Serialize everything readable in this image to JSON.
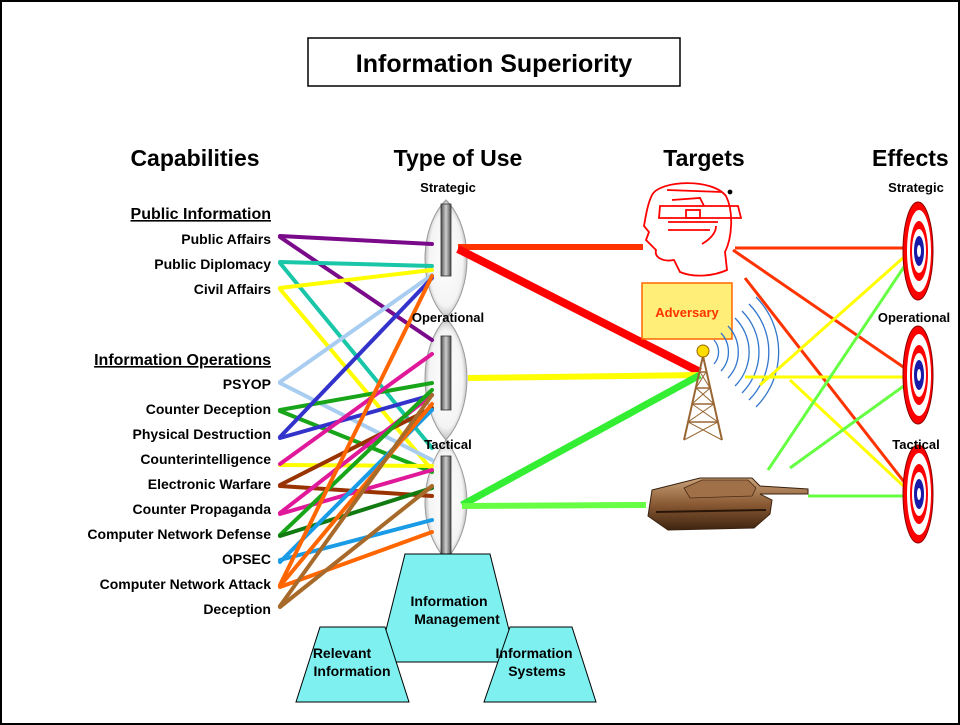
{
  "title": "Information Superiority",
  "columns": {
    "capabilities": "Capabilities",
    "type_of_use": "Type of Use",
    "targets": "Targets",
    "effects": "Effects"
  },
  "capabilities": {
    "public_information_heading": "Public Information",
    "public_information": [
      "Public Affairs",
      "Public Diplomacy",
      "Civil Affairs"
    ],
    "information_operations_heading": "Information Operations",
    "information_operations": [
      "PSYOP",
      "Counter Deception",
      "Physical Destruction",
      "Counterintelligence",
      "Electronic Warfare",
      "Counter Propaganda",
      "Computer Network Defense",
      "OPSEC",
      "Computer Network Attack",
      "Deception"
    ]
  },
  "type_of_use_levels": [
    "Strategic",
    "Operational",
    "Tactical"
  ],
  "effects_levels": [
    "Strategic",
    "Operational",
    "Tactical"
  ],
  "targets": {
    "adversary_label": "Adversary",
    "items": [
      "adversary-head-icon",
      "radio-tower-icon",
      "tank-icon"
    ]
  },
  "foundation": {
    "information_management": "Information Management",
    "relevant_information": "Relevant Information",
    "information_systems": "Information Systems"
  },
  "colors": {
    "purple": "#7a0a8a",
    "teal": "#19c6a8",
    "yellow": "#ffff00",
    "light_blue": "#a8cdf0",
    "green": "#19a519",
    "blue": "#3333cc",
    "magenta": "#e0199a",
    "brown": "#993300",
    "dark_green": "#117a11",
    "sky_blue": "#1a9be6",
    "orange": "#ff6600",
    "tan": "#a86a2a",
    "red_orange": "#ff3300",
    "red": "#ff0000",
    "bright_green": "#33ee33",
    "light_green": "#66ff44",
    "adversary_box": "#ffee77",
    "foundation_fill": "#7ff0f0"
  }
}
